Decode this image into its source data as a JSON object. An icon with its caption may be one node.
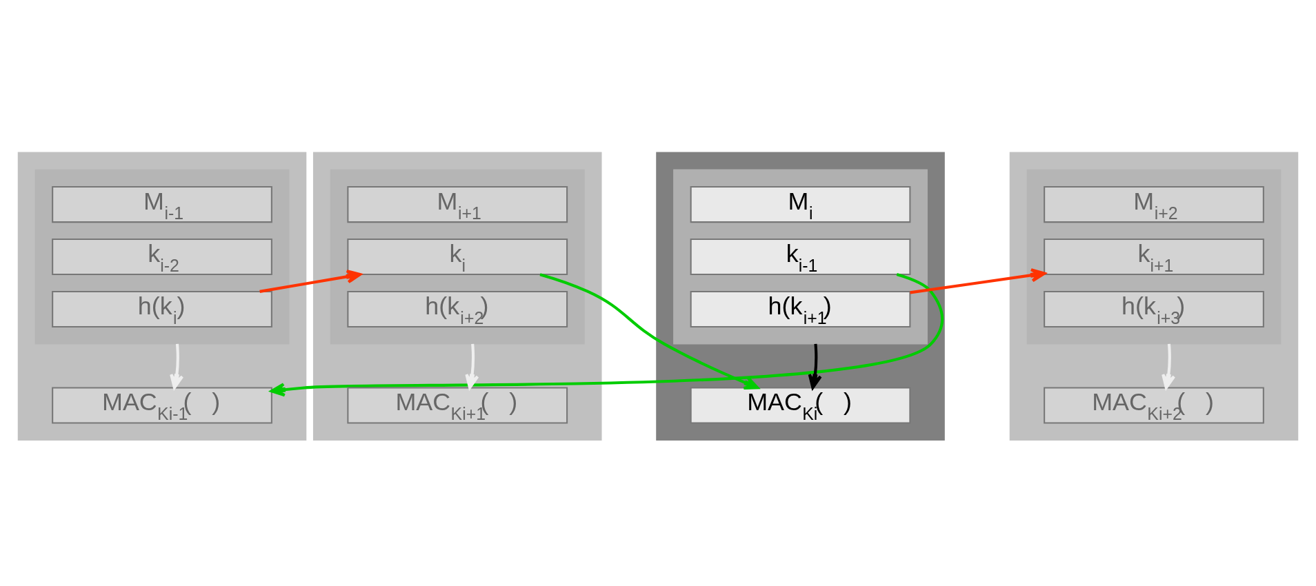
{
  "diagram": {
    "nodes": [
      {
        "text": [],
        "shape": "box"
      },
      {
        "text": [],
        "shape": "box",
        "in": 0
      },
      {
        "text": [
          "M$_{i-1}$"
        ],
        "in": 1
      },
      {
        "text": [
          "k$_{i-2}$"
        ],
        "in": 1
      },
      {
        "text": [
          "h(k$_{i}$)"
        ],
        "in": 1
      },
      {
        "text": [
          "MAC$_{Ki-1}$(   )"
        ],
        "in": 0
      },
      {
        "text": [],
        "shape": "box"
      },
      {
        "text": [],
        "shape": "box",
        "in": 6
      },
      {
        "text": [
          "M$_{i}$"
        ],
        "in": 7
      },
      {
        "text": [
          "k$_{i-1}$"
        ],
        "in": 7
      },
      {
        "text": [
          "h(k$_{i+1}$)"
        ],
        "in": 7
      },
      {
        "text": [
          "MAC$_{Ki}$(   )"
        ],
        "in": 6
      },
      {
        "text": [],
        "shape": "box"
      },
      {
        "text": [],
        "shape": "box",
        "in": 12
      },
      {
        "text": [
          "M$_{i+1}$"
        ],
        "in": 13
      },
      {
        "text": [
          "k$_{i}$"
        ],
        "in": 13
      },
      {
        "text": [
          "h(k$_{i+2}$)"
        ],
        "in": 13
      },
      {
        "text": [
          "MAC$_{Ki+1}$(   )"
        ],
        "in": 12
      },
      {
        "text": [],
        "shape": "box"
      },
      {
        "text": [],
        "shape": "box",
        "in": 18
      },
      {
        "text": [
          "M$_{i+2}$"
        ],
        "in": 19
      },
      {
        "text": [
          "k$_{i+1}$"
        ],
        "in": 19
      },
      {
        "text": [
          "h(k$_{i+3}$)"
        ],
        "in": 19
      },
      {
        "text": [
          "MAC$_{Ki+2}$(   )"
        ],
        "in": 18
      }
    ],
    "edges": [
      {
        "from": 1,
        "to": 5,
        "arrow": "to",
        "color": "#eeeeee"
      },
      {
        "from": 7,
        "to": 11,
        "arrow": "to",
        "color": "#000000"
      },
      {
        "from": 13,
        "to": 17,
        "arrow": "to",
        "color": "#eeeeee"
      },
      {
        "from": 19,
        "to": 23,
        "arrow": "to",
        "color": "#eeeeee"
      },
      {
        "from": 4,
        "to": 15,
        "arrow": "to",
        "color": "#ff3300"
      },
      {
        "from": 9,
        "to": 5,
        "arrow": "to",
        "color": "#00cc00"
      },
      {
        "from": 15,
        "to": 11,
        "arrow": "to",
        "color": "#00cc00"
      },
      {
        "from": 10,
        "to": 21,
        "arrow": "to",
        "color": "#ff3300"
      }
    ]
  }
}
